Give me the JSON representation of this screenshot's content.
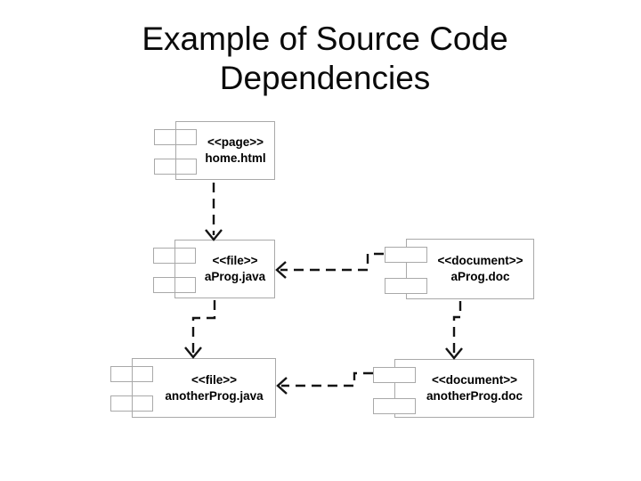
{
  "slide": {
    "title": "Example of Source Code Dependencies"
  },
  "diagram": {
    "type": "uml-component-dependency-diagram",
    "components": [
      {
        "id": "home-html",
        "stereotype": "<<page>>",
        "name": "home.html"
      },
      {
        "id": "aprog-java",
        "stereotype": "<<file>>",
        "name": "aProg.java"
      },
      {
        "id": "aprog-doc",
        "stereotype": "<<document>>",
        "name": "aProg.doc"
      },
      {
        "id": "anotherprog-java",
        "stereotype": "<<file>>",
        "name": "anotherProg.java"
      },
      {
        "id": "anotherprog-doc",
        "stereotype": "<<document>>",
        "name": "anotherProg.doc"
      }
    ],
    "dependencies": [
      {
        "from": "home.html",
        "to": "aProg.java",
        "style": "dashed-open-arrow"
      },
      {
        "from": "aProg.doc",
        "to": "aProg.java",
        "style": "dashed-open-arrow"
      },
      {
        "from": "aProg.java",
        "to": "anotherProg.java",
        "style": "dashed-open-arrow"
      },
      {
        "from": "aProg.doc",
        "to": "anotherProg.doc",
        "style": "dashed-open-arrow"
      },
      {
        "from": "anotherProg.doc",
        "to": "anotherProg.java",
        "style": "dashed-open-arrow"
      }
    ],
    "colors": {
      "background": "#ffffff",
      "component_border": "#a9a9a9",
      "arrow": "#141414",
      "text": "#000000"
    }
  }
}
